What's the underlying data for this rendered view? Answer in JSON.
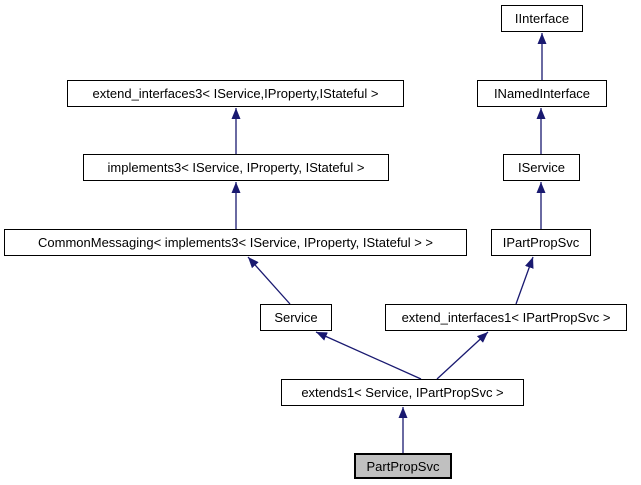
{
  "diagram": {
    "kind": "class-inheritance-graph",
    "nodes": [
      {
        "id": "iinterface",
        "label": "IInterface",
        "highlighted": false
      },
      {
        "id": "inamedinterface",
        "label": "INamedInterface",
        "highlighted": false
      },
      {
        "id": "iservice",
        "label": "IService",
        "highlighted": false
      },
      {
        "id": "ipartpropsvc",
        "label": "IPartPropSvc",
        "highlighted": false
      },
      {
        "id": "extendinterfaces3",
        "label": "extend_interfaces3< IService,IProperty,IStateful >",
        "highlighted": false
      },
      {
        "id": "implements3",
        "label": "implements3< IService, IProperty, IStateful >",
        "highlighted": false
      },
      {
        "id": "commonmessaging",
        "label": "CommonMessaging< implements3< IService, IProperty, IStateful > >",
        "highlighted": false
      },
      {
        "id": "service",
        "label": "Service",
        "highlighted": false
      },
      {
        "id": "extendinterfaces1",
        "label": "extend_interfaces1< IPartPropSvc >",
        "highlighted": false
      },
      {
        "id": "extends1",
        "label": "extends1< Service, IPartPropSvc >",
        "highlighted": false
      },
      {
        "id": "partpropsvc",
        "label": "PartPropSvc",
        "highlighted": true
      }
    ],
    "edges": [
      {
        "from": "INamedInterface",
        "to": "IInterface"
      },
      {
        "from": "IService",
        "to": "INamedInterface"
      },
      {
        "from": "IPartPropSvc",
        "to": "IService"
      },
      {
        "from": "extend_interfaces1< IPartPropSvc >",
        "to": "IPartPropSvc"
      },
      {
        "from": "implements3< IService, IProperty, IStateful >",
        "to": "extend_interfaces3< IService,IProperty,IStateful >"
      },
      {
        "from": "CommonMessaging< implements3< IService, IProperty, IStateful > >",
        "to": "implements3< IService, IProperty, IStateful >"
      },
      {
        "from": "Service",
        "to": "CommonMessaging< implements3< IService, IProperty, IStateful > >"
      },
      {
        "from": "extends1< Service, IPartPropSvc >",
        "to": "Service"
      },
      {
        "from": "extends1< Service, IPartPropSvc >",
        "to": "extend_interfaces1< IPartPropSvc >"
      },
      {
        "from": "PartPropSvc",
        "to": "extends1< Service, IPartPropSvc >"
      }
    ]
  },
  "colors": {
    "background": "#ffffff",
    "node_fill": "#ffffff",
    "node_border": "#000000",
    "highlight_fill": "#c0c0c0",
    "edge": "#191970",
    "text": "#000000"
  }
}
